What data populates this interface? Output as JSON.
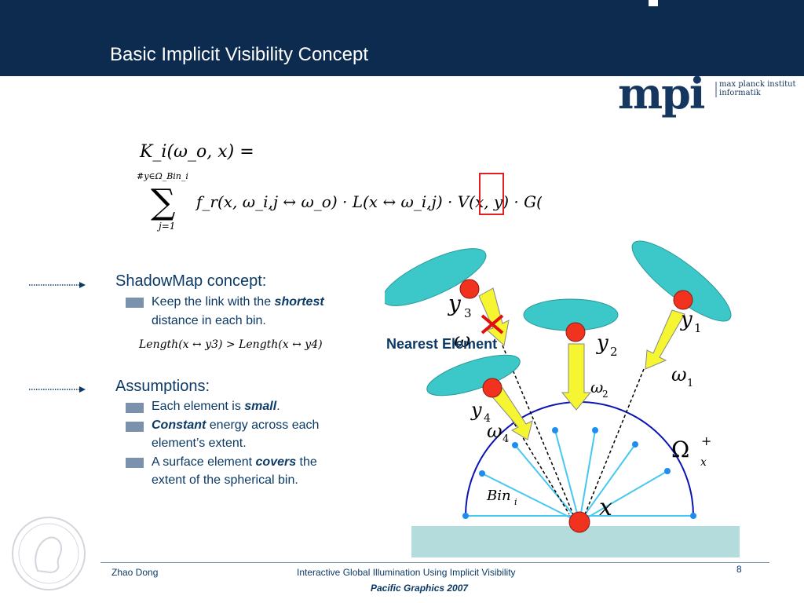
{
  "slide": {
    "title": "Basic Implicit Visibility Concept",
    "logo": {
      "mark": "mpi",
      "line1": "max planck institut",
      "line2": "informatik"
    }
  },
  "formula": {
    "lhs": "K_i(ω_o, x) =",
    "sum_lower": "j=1",
    "sum_upper": "#y∈Ω_Bin_i",
    "rhs": "f_r(x, ω_i,j ↔ ω_o) · L(x ↔ ω_i,j) · V(x, y) · G(x, y) · ω_y→x",
    "highlight": "y"
  },
  "bullets": [
    {
      "heading": "ShadowMap concept:",
      "items": [
        {
          "pre": "Keep the link with the ",
          "em": "shortest",
          "post": "",
          "line2": "distance in each bin."
        }
      ]
    },
    {
      "heading": "Assumptions:",
      "items": [
        {
          "pre": "Each element is ",
          "em": "small",
          "post": "."
        },
        {
          "pre": "",
          "em": "Constant",
          "post": " energy across each",
          "line2": "element’s extent."
        },
        {
          "pre": "A surface element ",
          "em": "covers",
          "post": " the",
          "line2": "extent of the spherical bin."
        }
      ]
    }
  ],
  "inequality": "Length(x ↔ y3) > Length(x ↔ y4)",
  "diagram": {
    "nearest_label": "Nearest Element",
    "labels": {
      "y1": "y",
      "y2": "y",
      "y3": "y",
      "y4": "y",
      "w1": "ω",
      "w2": "ω",
      "w4": "ω",
      "omega": "Ω",
      "bin": "Bin",
      "bin_sub": "i",
      "x": "x"
    },
    "colors": {
      "element_fill": "#3cc8c8",
      "point_fill": "#f0321e",
      "arrow_fill": "#f5f532",
      "hemisphere": "#0a14b4",
      "rays": "#46c8f0",
      "ground": "#b4dcdc"
    }
  },
  "footer": {
    "author": "Zhao Dong",
    "title": "Interactive Global Illumination Using Implicit Visibility",
    "venue": "Pacific Graphics 2007",
    "page": "8"
  }
}
